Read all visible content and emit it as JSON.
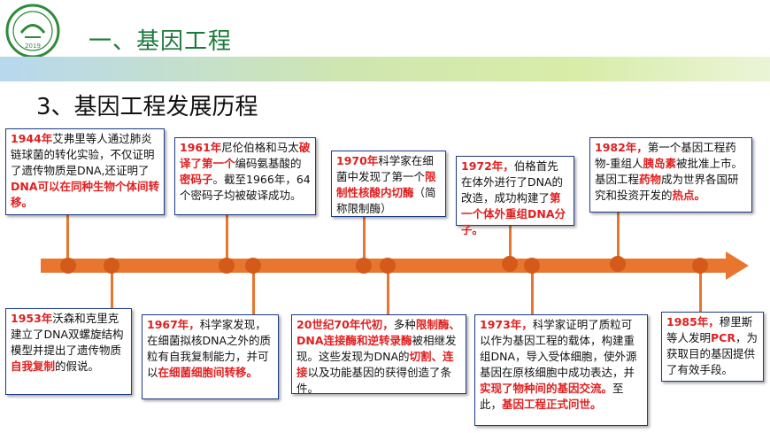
{
  "slide": {
    "title": "一、基因工程",
    "subtitle": "3、基因工程发展历程",
    "logo_year": "2019"
  },
  "colors": {
    "title": "#1a7a3a",
    "highlight": "#e02020",
    "timeline": "#e8762e",
    "box_border": "#1f3a8a"
  },
  "events": [
    {
      "year": "1944年",
      "parts": [
        {
          "t": "艾弗里等人通过肺炎链球菌的转化实验，不仅证明了遗传物质是DNA,还证明了",
          "h": false
        },
        {
          "t": "DNA可以在同种生物个体间转移。",
          "h": true
        }
      ]
    },
    {
      "year": "1953年",
      "parts": [
        {
          "t": "沃森和克里克建立了DNA双螺旋结构模型并提出了遗传物质",
          "h": false
        },
        {
          "t": "自我复制",
          "h": true
        },
        {
          "t": "的假说。",
          "h": false
        }
      ]
    },
    {
      "year": "1961年",
      "parts": [
        {
          "t": "尼伦伯格和马太",
          "h": false
        },
        {
          "t": "破译了第一个",
          "h": true
        },
        {
          "t": "编码氨基酸的",
          "h": false
        },
        {
          "t": "密码子",
          "h": true
        },
        {
          "t": "。截至1966年，64个密码子均被破译成功。",
          "h": false
        }
      ]
    },
    {
      "year": "1967年，",
      "parts": [
        {
          "t": "科学家发现，在细菌拟核DNA之外的质粒有自我复制能力，并可以",
          "h": false
        },
        {
          "t": "在细菌细胞间转移。",
          "h": true
        }
      ]
    },
    {
      "year": "1970年",
      "parts": [
        {
          "t": "科学家在细菌中发现了第一个",
          "h": false
        },
        {
          "t": "限制性核酸内切酶",
          "h": true
        },
        {
          "t": "（简称限制酶）",
          "h": false
        }
      ]
    },
    {
      "year": "20世纪70年代初，",
      "parts": [
        {
          "t": "多种",
          "h": false
        },
        {
          "t": "限制酶、DNA连接酶和逆转录酶",
          "h": true
        },
        {
          "t": "被相继发现。这些发现为DNA的",
          "h": false
        },
        {
          "t": "切割、连接",
          "h": true
        },
        {
          "t": "以及功能基因的获得创造了条件。",
          "h": false
        }
      ]
    },
    {
      "year": "1972年，",
      "parts": [
        {
          "t": "伯格首先在体外进行了DNA的改造，成功构建了",
          "h": false
        },
        {
          "t": "第一个体外重组DNA分子。",
          "h": true
        }
      ]
    },
    {
      "year": "1973年，",
      "parts": [
        {
          "t": "科学家证明了质粒可以作为基因工程的载体，构建重组DNA，导入受体细胞，使外源基因在原核细胞中成功表达，并",
          "h": false
        },
        {
          "t": "实现了物种间的基因交流。",
          "h": true
        },
        {
          "t": "至此，",
          "h": false
        },
        {
          "t": "基因工程正式问世。",
          "h": true
        }
      ]
    },
    {
      "year": "1982年，",
      "parts": [
        {
          "t": "第一个基因工程药物-重组人",
          "h": false
        },
        {
          "t": "胰岛素",
          "h": true
        },
        {
          "t": "被批准上市。基因工程",
          "h": false
        },
        {
          "t": "药物",
          "h": true
        },
        {
          "t": "成为世界各国研究和投资开发的",
          "h": false
        },
        {
          "t": "热点。",
          "h": true
        }
      ]
    },
    {
      "year": "1985年，",
      "parts": [
        {
          "t": "穆里斯等人发明",
          "h": false
        },
        {
          "t": "PCR",
          "h": true
        },
        {
          "t": "，为获取目的基因提供了有效手段。",
          "h": false
        }
      ]
    }
  ]
}
